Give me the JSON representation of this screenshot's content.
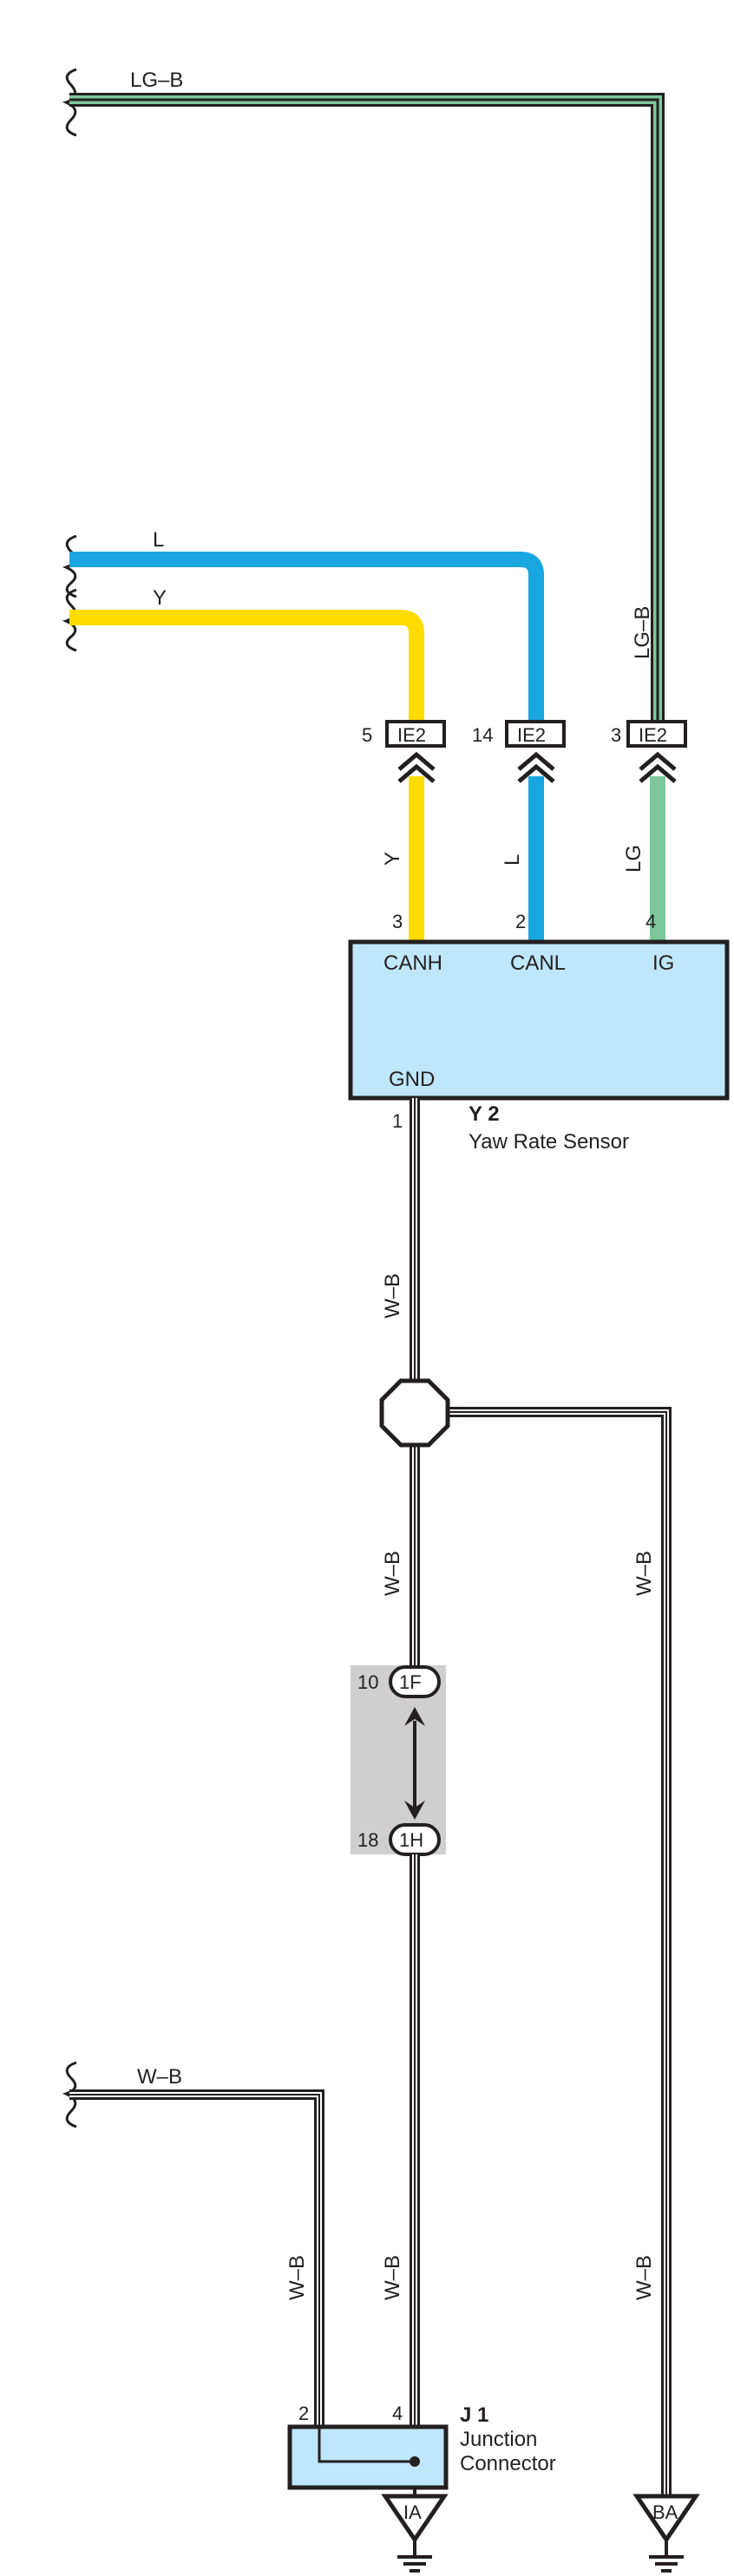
{
  "colors": {
    "light_green": "#7ec79b",
    "blue": "#1aa6e0",
    "yellow": "#ffdc00",
    "component_fill": "#bfe7fb",
    "gray_block": "#cfcfcf",
    "outline": "#231f20"
  },
  "wires": {
    "top_lgb": "LG–B",
    "l": "L",
    "y": "Y",
    "lgb_vertical": "LG–B",
    "y_vertical": "Y",
    "l_vertical": "L",
    "lg_vertical": "LG",
    "wb_upper": "W–B",
    "wb_mid": "W–B",
    "wb_right": "W–B",
    "wb_left_top": "W–B",
    "wb_left_vertical": "W–B",
    "wb_lower_main": "W–B",
    "wb_right_lower": "W–B"
  },
  "connectors": {
    "ie2_a": {
      "pin": "5",
      "name": "IE2"
    },
    "ie2_b": {
      "pin": "14",
      "name": "IE2"
    },
    "ie2_c": {
      "pin": "3",
      "name": "IE2"
    },
    "c1f": {
      "pin": "10",
      "name": "1F"
    },
    "c1h": {
      "pin": "18",
      "name": "1H"
    }
  },
  "sensor": {
    "code": "Y 2",
    "name": "Yaw Rate Sensor",
    "pins": {
      "canh": {
        "num": "3",
        "label": "CANH"
      },
      "canl": {
        "num": "2",
        "label": "CANL"
      },
      "ig": {
        "num": "4",
        "label": "IG"
      },
      "gnd": {
        "num": "1",
        "label": "GND"
      }
    }
  },
  "junction": {
    "code": "J 1",
    "name_line1": "Junction",
    "name_line2": "Connector",
    "pin_left": "2",
    "pin_right": "4"
  },
  "grounds": {
    "ia": "IA",
    "ba": "BA"
  }
}
